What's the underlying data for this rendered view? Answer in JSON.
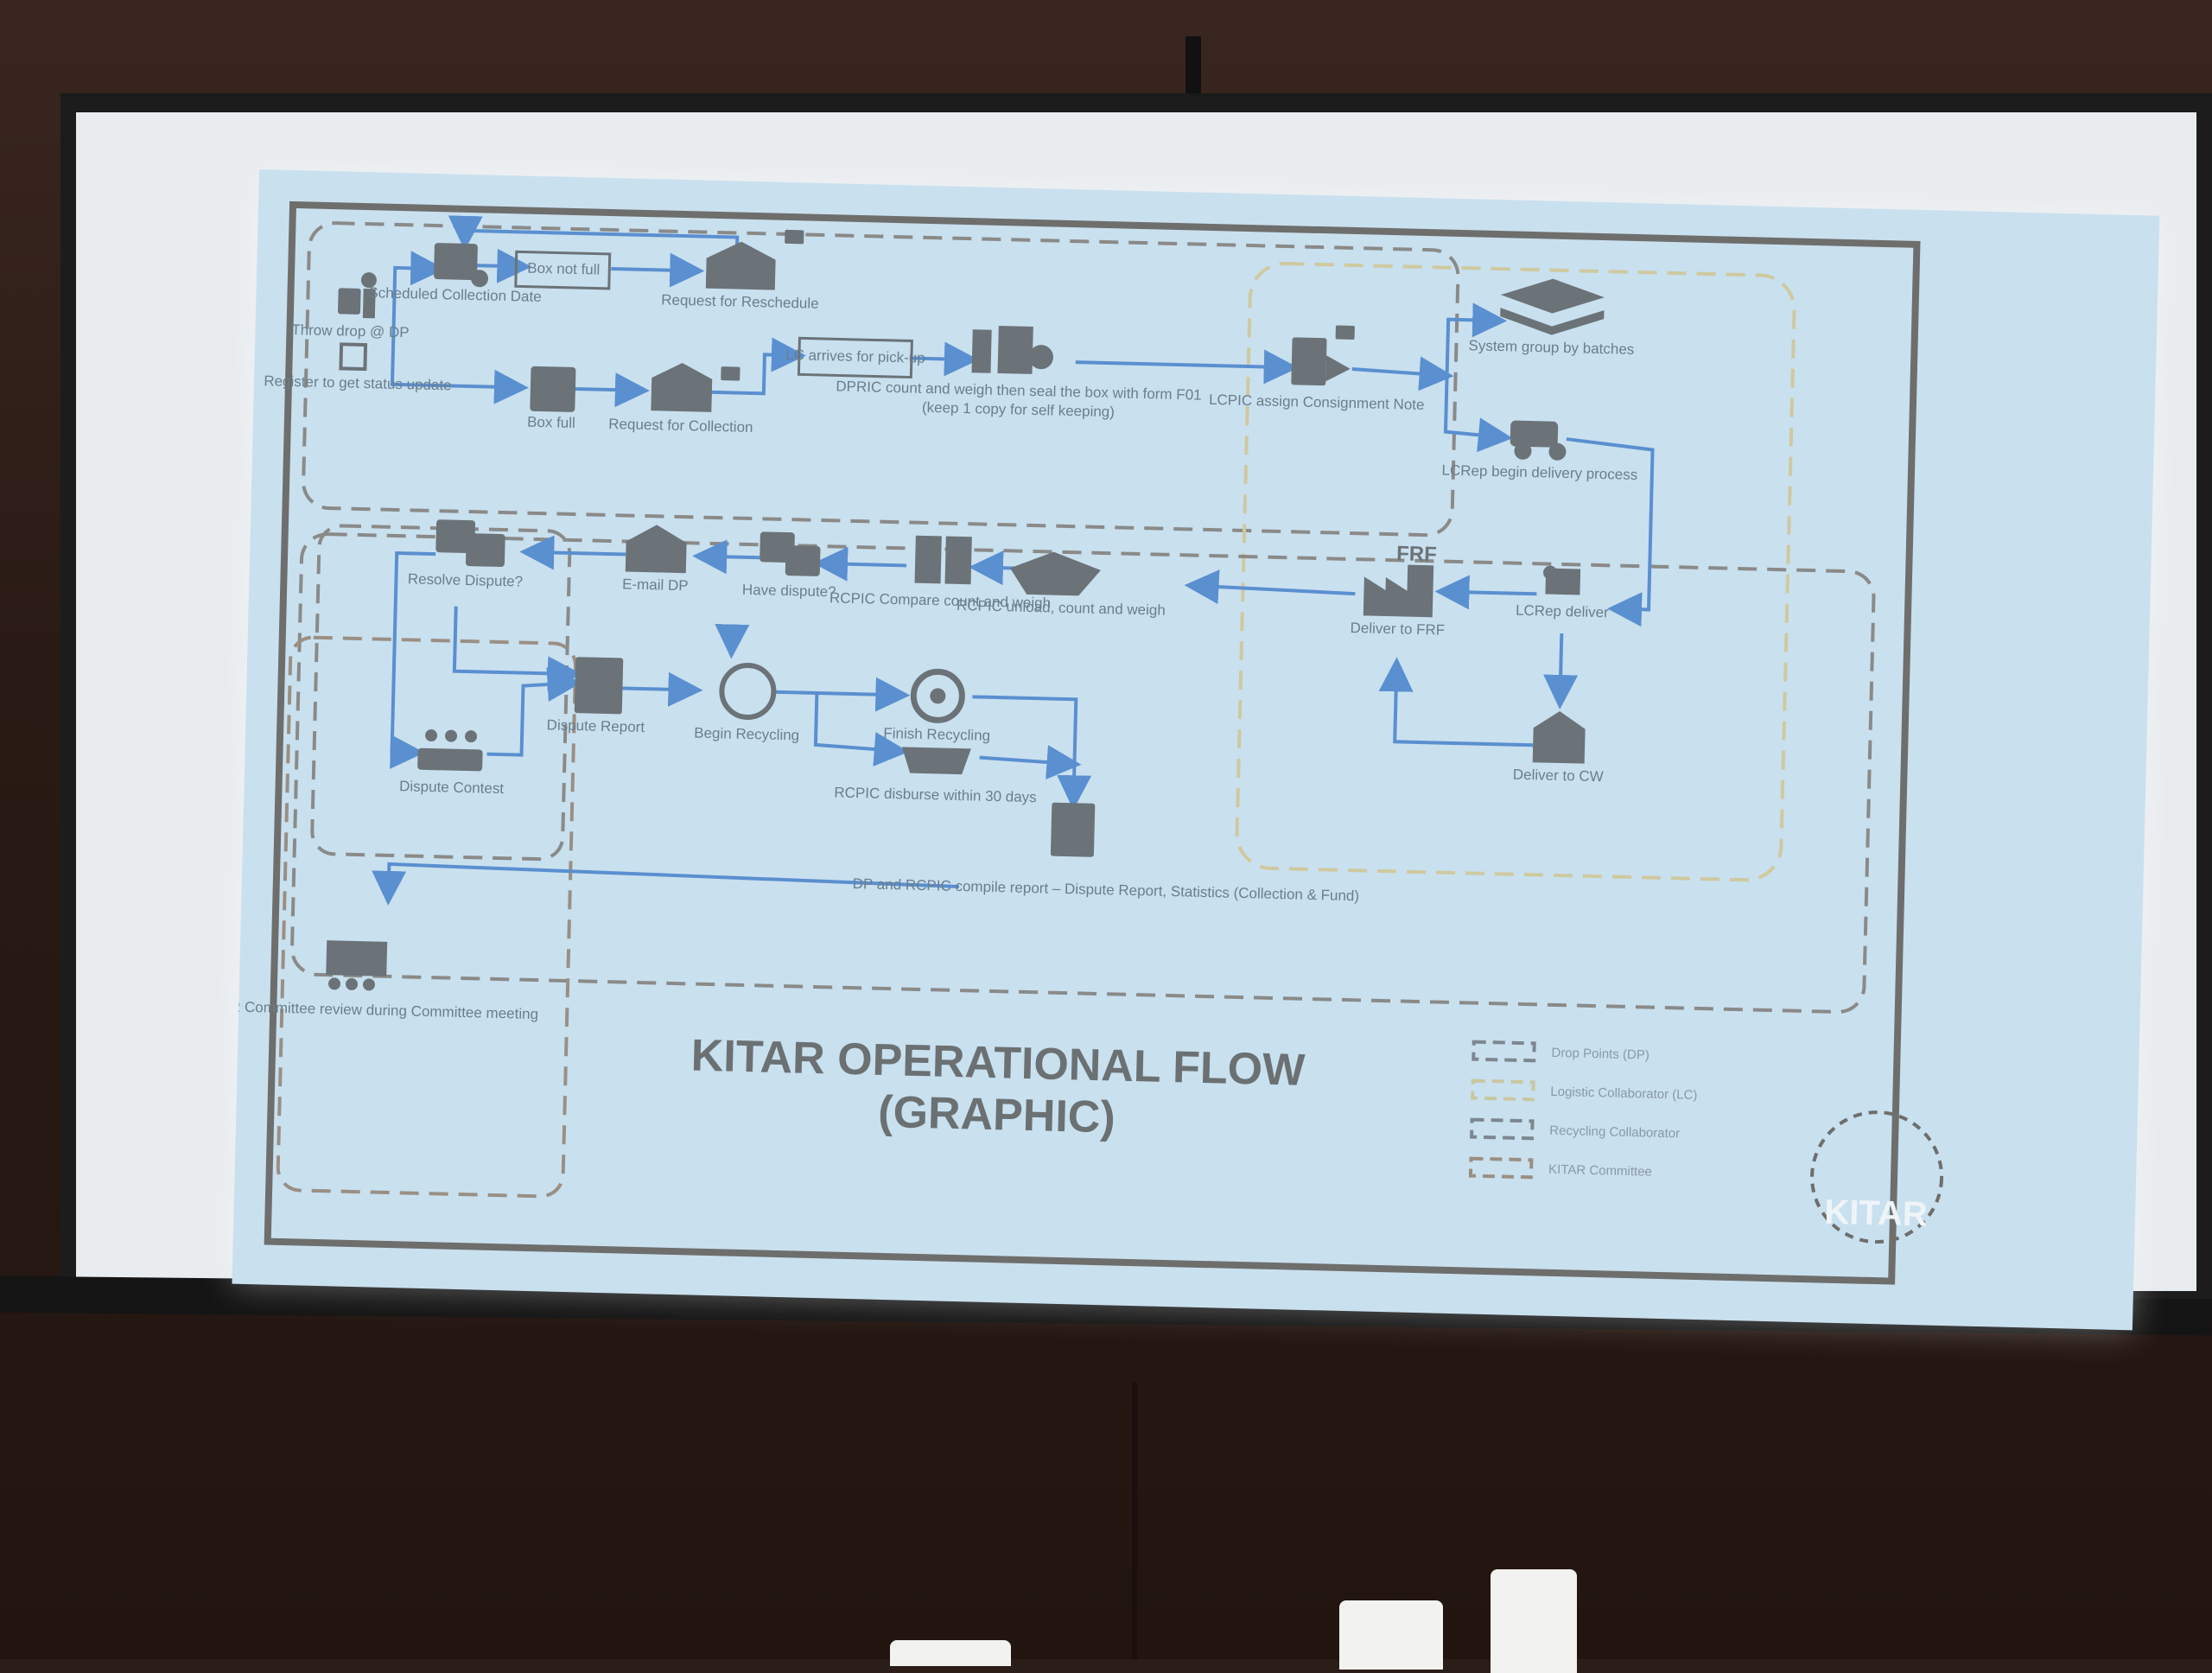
{
  "slide": {
    "title_line1": "KITAR OPERATIONAL FLOW",
    "title_line2": "(GRAPHIC)",
    "logo_text": "KITAR"
  },
  "nodes": {
    "throw_drop": "Throw drop @ DP",
    "register": "Register to get status update",
    "scheduled": "Scheduled Collection Date",
    "box_not_full": "Box not full",
    "request_reschedule": "Request for Reschedule",
    "box_full": "Box full",
    "request_collection": "Request for Collection",
    "lc_arrives": "LC arrives for pick-up",
    "dpric_count": "DPRIC count and weigh then seal the box with form F01",
    "dpric_keep": "(keep 1 copy for self keeping)",
    "lcpic_assign": "LCPIC assign Consignment Note",
    "system_group": "System group by batches",
    "lcrep_begin": "LCRep begin delivery process",
    "resolve_dispute": "Resolve Dispute?",
    "email_dp": "E-mail DP",
    "have_dispute": "Have dispute?",
    "rcpic_compare": "RCPIC Compare count and weigh",
    "rcpic_unload": "RCPIC unload, count and weigh",
    "deliver_frf": "Deliver to FRF",
    "lcrep_deliver": "LCRep deliver",
    "frf_label": "FRF",
    "dispute_contest": "Dispute Contest",
    "dispute_report": "Dispute Report",
    "begin_recycling": "Begin Recycling",
    "finish_recycling": "Finish Recycling",
    "rcpic_disburse": "RCPIC disburse within 30 days",
    "deliver_cw": "Deliver to CW",
    "compile_report": "DP and RCPIC compile report – Dispute Report, Statistics (Collection & Fund)",
    "kitar_review": "KITAR Committee review during Committee meeting"
  },
  "legend": [
    {
      "label": "Drop Points (DP)",
      "color": "#7c8790"
    },
    {
      "label": "Logistic Collaborator (LC)",
      "color": "#c9c7a2"
    },
    {
      "label": "Recycling Collaborator",
      "color": "#7c8790"
    },
    {
      "label": "KITAR Committee",
      "color": "#9a8f84"
    }
  ],
  "colors": {
    "arrow": "#5a8fd0",
    "icon": "#6b7378",
    "dp_border": "#8a8a88",
    "lc_border": "#cfc9a0",
    "frame": "#6e6e6c"
  }
}
